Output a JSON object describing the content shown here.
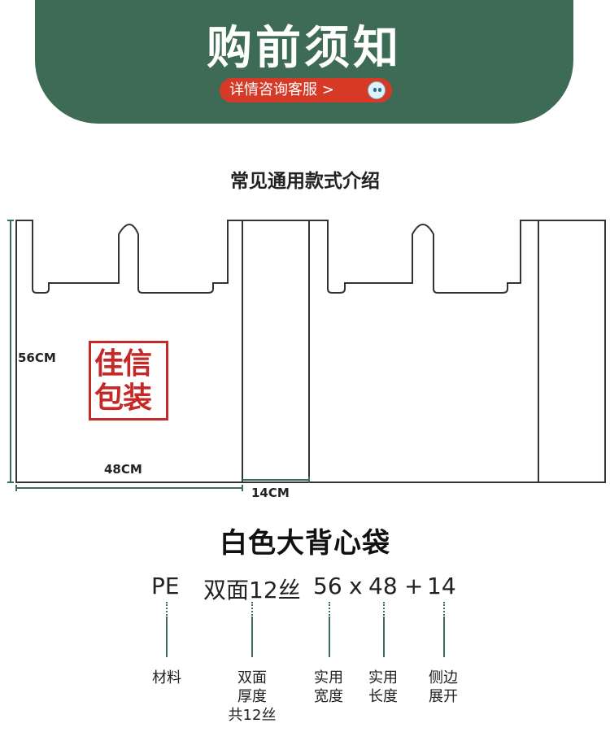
{
  "banner": {
    "title": "购前须知",
    "service_button": "详情咨询客服 >",
    "service_icon": "mascot-icon"
  },
  "section_title": "常见通用款式介绍",
  "diagram": {
    "height_label": "56CM",
    "width_label": "48CM",
    "gusset_label": "14CM",
    "logo": {
      "line1": "佳信",
      "line2": "包装"
    }
  },
  "product": {
    "title": "白色大背心袋",
    "spec": {
      "material": "PE",
      "thickness": "双面12丝",
      "width": "56",
      "times": "x",
      "length": "48",
      "plus": "+",
      "side": "14"
    },
    "labels": {
      "material": "材料",
      "thickness": "双面\n厚度\n共12丝",
      "width": "实用\n宽度",
      "length": "实用\n长度",
      "side": "侧边\n展开"
    }
  },
  "colors": {
    "banner": "#3d6b56",
    "button": "#d63a26",
    "logo": "#c62828",
    "outline": "#333333"
  }
}
